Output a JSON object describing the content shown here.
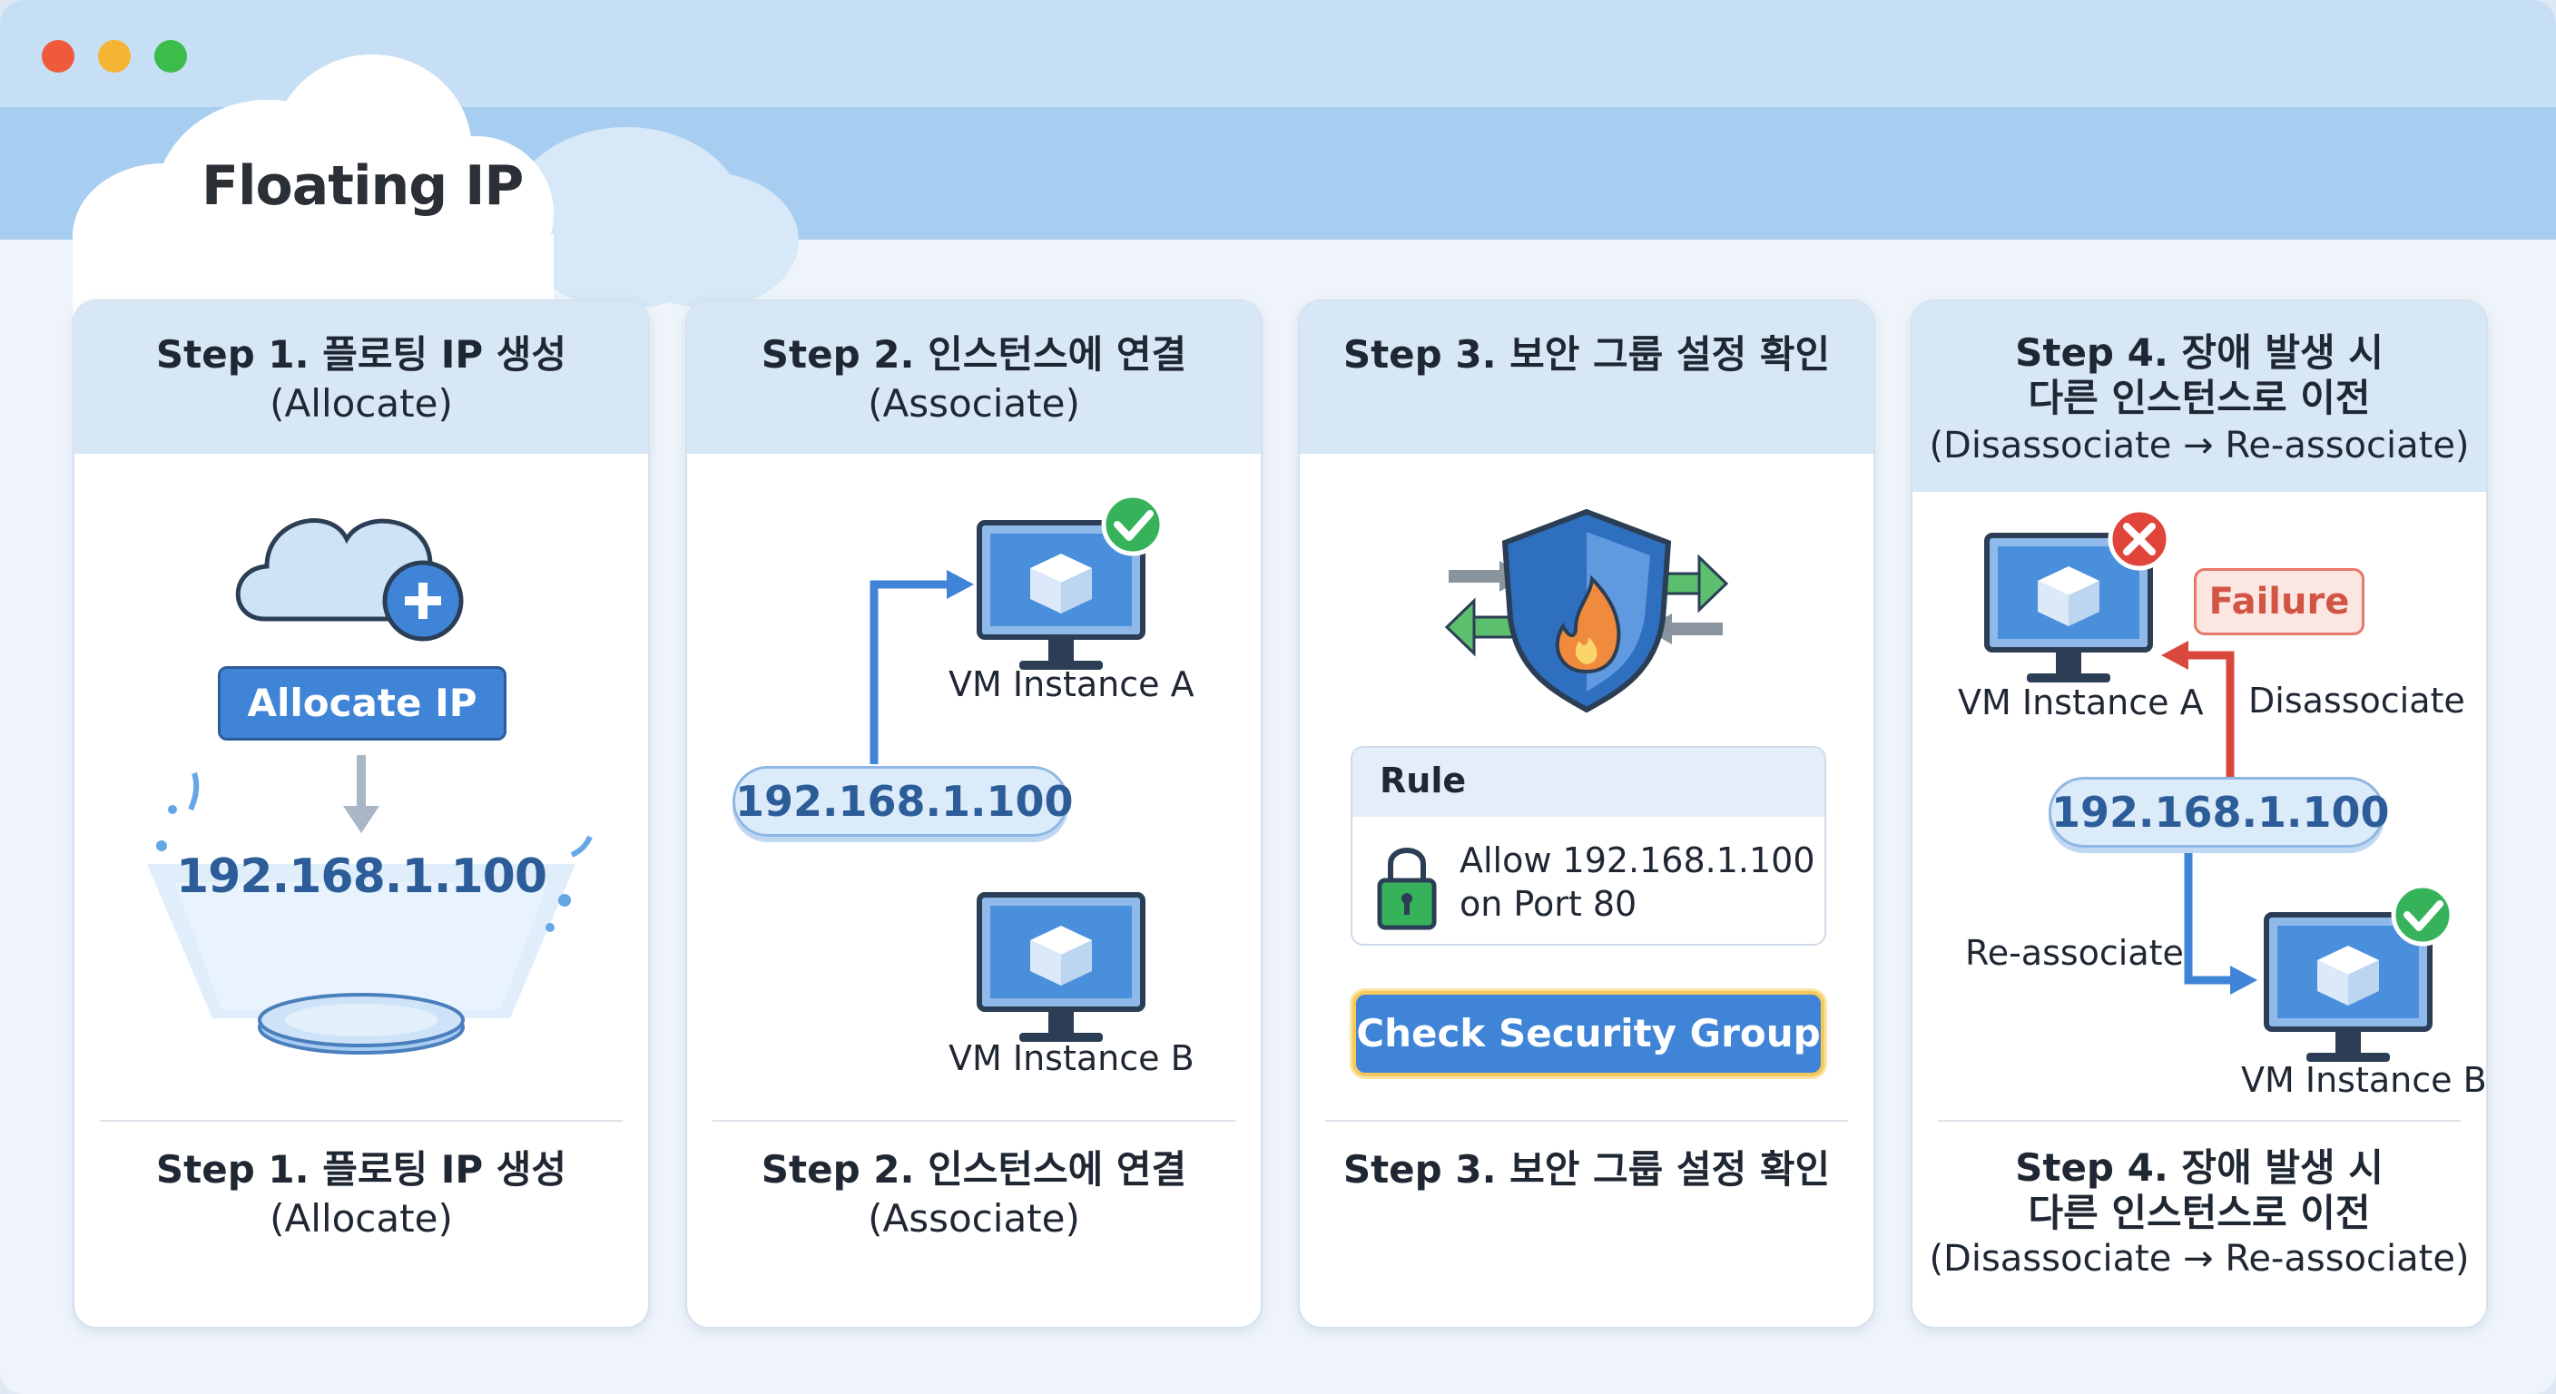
{
  "app": {
    "title": "Floating IP"
  },
  "colors": {
    "accent": "#3f84d6",
    "success": "#36b35a",
    "error": "#e0443b",
    "highlight": "#f6c95a"
  },
  "steps": [
    {
      "heading_line1": "Step 1. 플로팅 IP 생성",
      "heading_sub": "(Allocate)",
      "button_label": "Allocate IP",
      "ip": "192.168.1.100",
      "footer_line1": "Step 1. 플로팅 IP 생성",
      "footer_sub": "(Allocate)",
      "icons": [
        "cloud-plus-icon",
        "arrow-down-icon",
        "platform-icon"
      ]
    },
    {
      "heading_line1": "Step 2. 인스턴스에 연결",
      "heading_sub": "(Associate)",
      "ip": "192.168.1.100",
      "vm_a": "VM Instance A",
      "vm_b": "VM Instance B",
      "footer_line1": "Step 2. 인스턴스에 연결",
      "footer_sub": "(Associate)",
      "icons": [
        "monitor-cube-icon",
        "check-circle-icon"
      ]
    },
    {
      "heading_line1": "Step 3. 보안 그룹 설정 확인",
      "rule_title": "Rule",
      "rule_line1": "Allow 192.168.1.100",
      "rule_line2": "on Port 80",
      "button_label": "Check Security Group",
      "footer_line1": "Step 3. 보안 그룹 설정 확인",
      "icons": [
        "firewall-shield-icon",
        "lock-icon"
      ]
    },
    {
      "heading_line1": "Step 4. 장애 발생 시",
      "heading_line2": "다른 인스턴스로 이전",
      "heading_sub": "(Disassociate → Re-associate)",
      "failure_label": "Failure",
      "disassociate_label": "Disassociate",
      "reassociate_label": "Re-associate",
      "ip": "192.168.1.100",
      "vm_a": "VM Instance A",
      "vm_b": "VM Instance B",
      "footer_line1": "Step 4. 장애 발생 시",
      "footer_line2": "다른 인스턴스로 이전",
      "footer_sub": "(Disassociate → Re-associate)",
      "icons": [
        "error-circle-icon",
        "check-circle-icon"
      ]
    }
  ]
}
